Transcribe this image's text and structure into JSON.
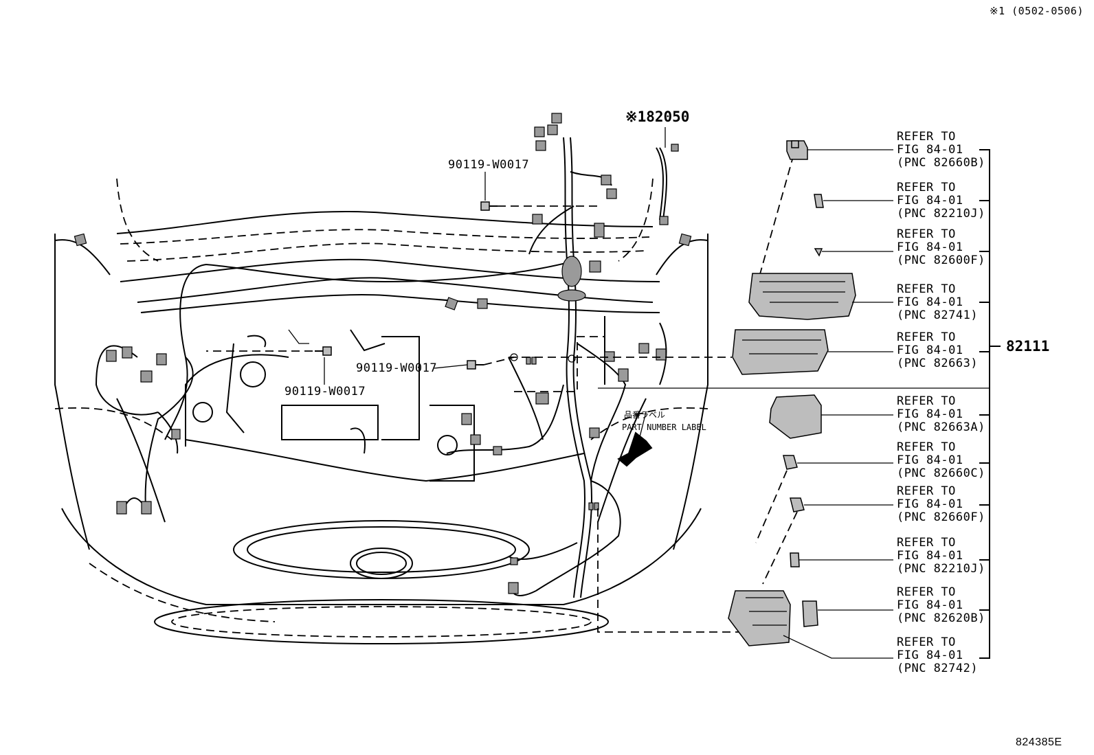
{
  "corner_note": "※1 (0502-0506)",
  "drawing_id": "824385E",
  "callouts": {
    "harness_82050": "※182050",
    "bolt_upper": "90119-W0017",
    "bolt_mid": "90119-W0017",
    "bolt_lower": "90119-W0017",
    "assembly_82111": "82111",
    "label_jp": "品番ラベル",
    "label_en": "PART NUMBER LABEL"
  },
  "refers": [
    {
      "line1": "REFER TO",
      "line2": "FIG 84-01",
      "line3": "(PNC 82660B)"
    },
    {
      "line1": "REFER TO",
      "line2": "FIG 84-01",
      "line3": "(PNC 82210J)"
    },
    {
      "line1": "REFER TO",
      "line2": "FIG 84-01",
      "line3": "(PNC 82600F)"
    },
    {
      "line1": "REFER TO",
      "line2": "FIG 84-01",
      "line3": "(PNC 82741)"
    },
    {
      "line1": "REFER TO",
      "line2": "FIG 84-01",
      "line3": "(PNC 82663)"
    },
    {
      "line1": "REFER TO",
      "line2": "FIG 84-01",
      "line3": "(PNC 82663A)"
    },
    {
      "line1": "REFER TO",
      "line2": "FIG 84-01",
      "line3": "(PNC 82660C)"
    },
    {
      "line1": "REFER TO",
      "line2": "FIG 84-01",
      "line3": "(PNC 82660F)"
    },
    {
      "line1": "REFER TO",
      "line2": "FIG 84-01",
      "line3": "(PNC 82210J)"
    },
    {
      "line1": "REFER TO",
      "line2": "FIG 84-01",
      "line3": "(PNC 82620B)"
    },
    {
      "line1": "REFER TO",
      "line2": "FIG 84-01",
      "line3": "(PNC 82742)"
    }
  ]
}
